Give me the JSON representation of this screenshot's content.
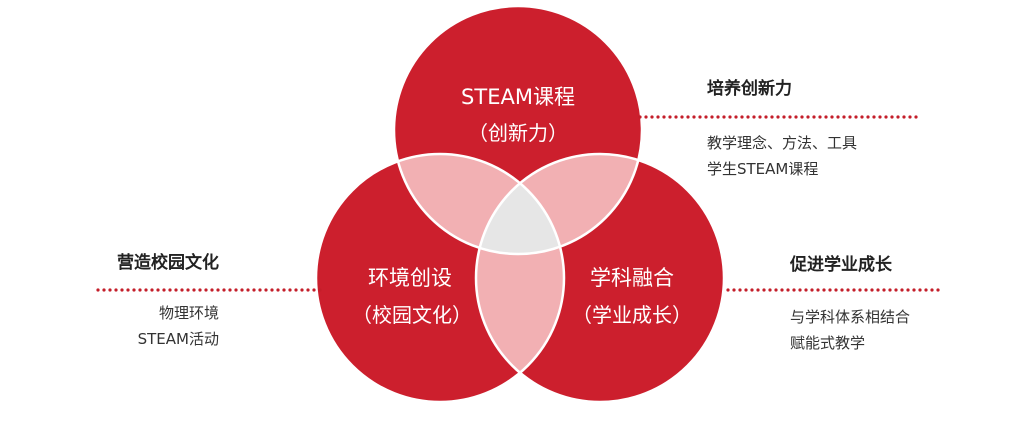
{
  "colors": {
    "circle": "#cc1f2d",
    "pair_overlap": "#f2b0b3",
    "center_overlap": "#e6e6e6",
    "outline": "#ffffff",
    "dots": "#c41e2a"
  },
  "circles": {
    "top": {
      "title": "STEAM课程",
      "subtitle": "（创新力）"
    },
    "left": {
      "title": "环境创设",
      "subtitle": "（校园文化）"
    },
    "right": {
      "title": "学科融合",
      "subtitle": "（学业成长）"
    }
  },
  "callouts": {
    "top_right": {
      "title": "培养创新力",
      "lines": [
        "教学理念、方法、工具",
        "学生STEAM课程"
      ]
    },
    "left": {
      "title": "营造校园文化",
      "lines": [
        "物理环境",
        "STEAM活动"
      ]
    },
    "right": {
      "title": "促进学业成长",
      "lines": [
        "与学科体系相结合",
        "赋能式教学"
      ]
    }
  }
}
